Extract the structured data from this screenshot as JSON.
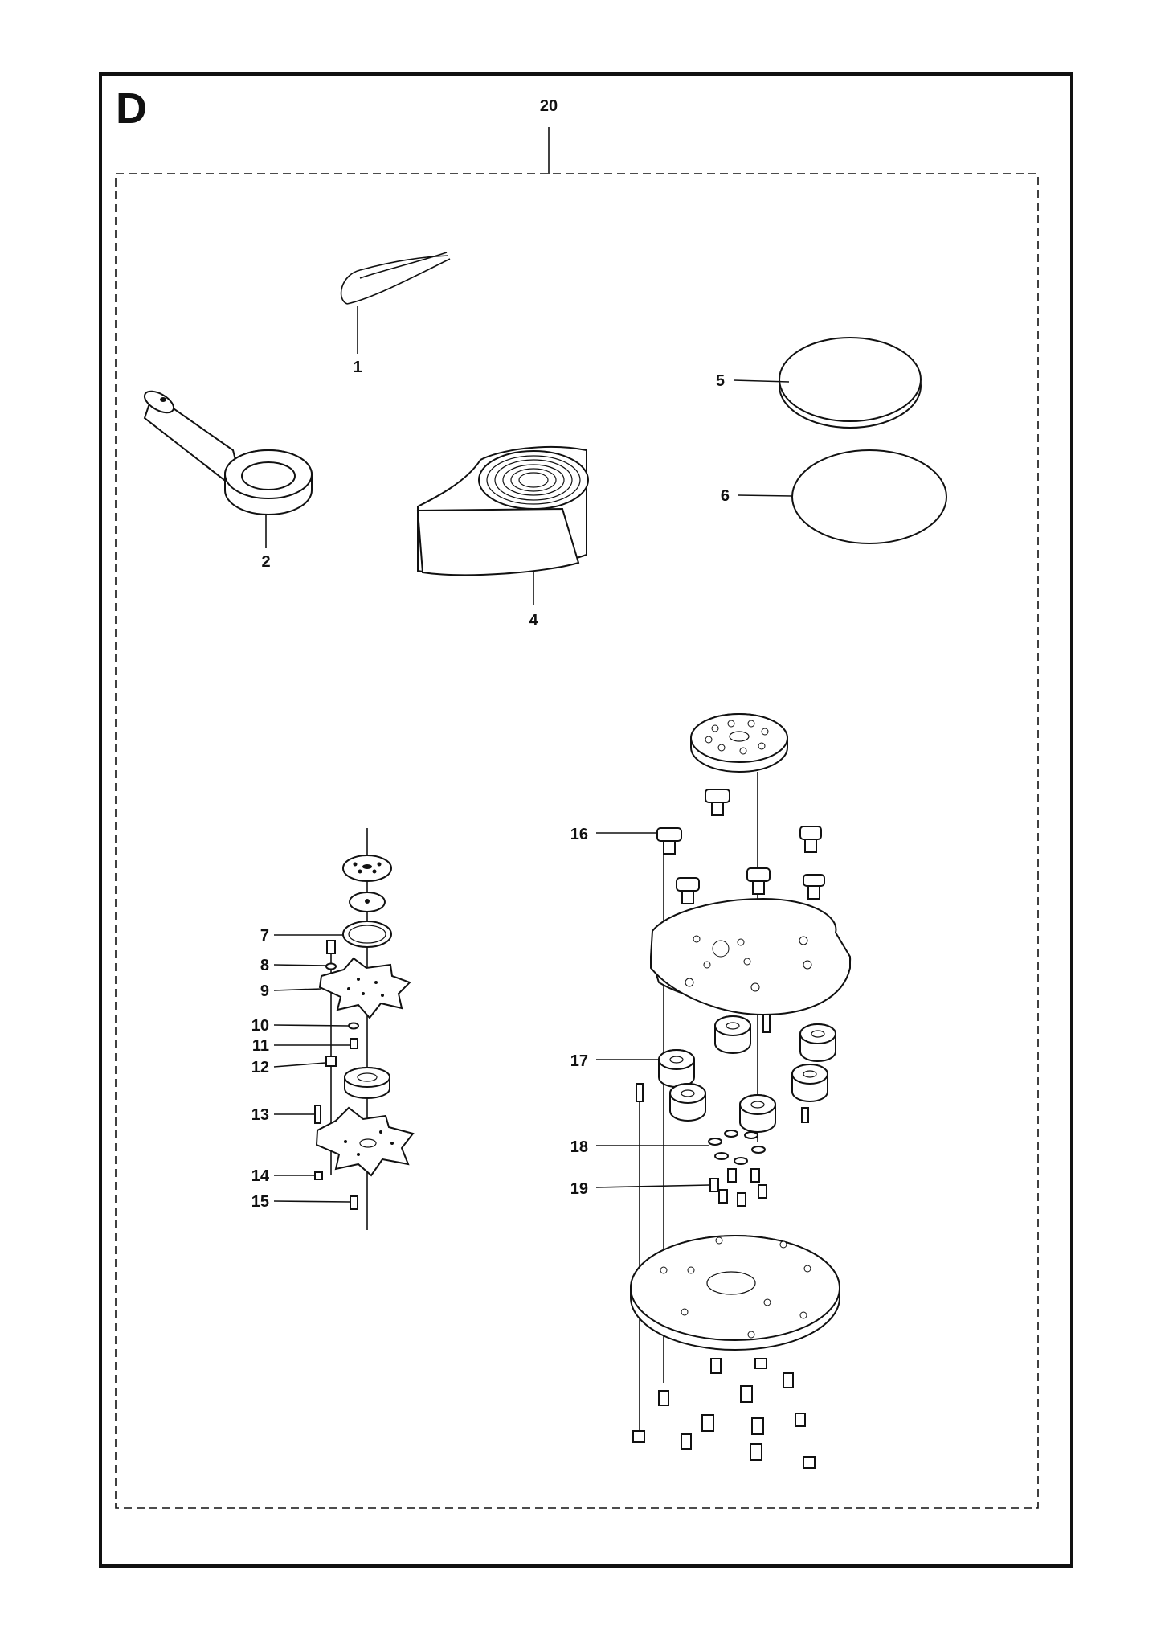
{
  "section": "D",
  "kit_callout": "20",
  "callouts": {
    "c1": "1",
    "c2": "2",
    "c4": "4",
    "c5": "5",
    "c6": "6",
    "c7": "7",
    "c8": "8",
    "c9": "9",
    "c10": "10",
    "c11": "11",
    "c12": "12",
    "c13": "13",
    "c14": "14",
    "c15": "15",
    "c16": "16",
    "c17": "17",
    "c18": "18",
    "c19": "19"
  }
}
